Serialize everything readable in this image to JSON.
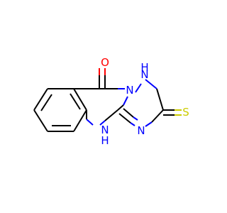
{
  "molecule": {
    "atoms": {
      "o": {
        "symbol": "O",
        "color": "#ff0000"
      },
      "n1": {
        "symbol": "N",
        "color": "#0000ff"
      },
      "nh_top": {
        "symbol": "N",
        "h": "H",
        "color": "#0000ff"
      },
      "n_right": {
        "symbol": "N",
        "color": "#0000ff"
      },
      "nh_bottom": {
        "symbol": "N",
        "h": "H",
        "color": "#0000ff"
      },
      "s": {
        "symbol": "S",
        "color": "#cccc00"
      }
    },
    "bond_color": "#000000"
  }
}
